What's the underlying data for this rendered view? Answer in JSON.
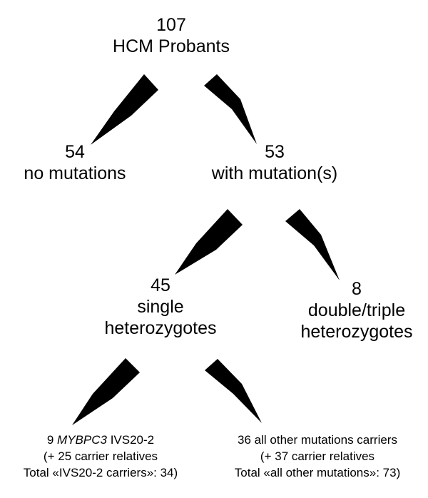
{
  "root": {
    "count": "107",
    "label": "HCM Probants"
  },
  "no_mutation": {
    "count": "54",
    "label": "no mutations"
  },
  "with_mutation": {
    "count": "53",
    "label": "with mutation(s)"
  },
  "single": {
    "count": "45",
    "label_line1": "single",
    "label_line2": "heterozygotes"
  },
  "double": {
    "count": "8",
    "label_line1": "double/triple",
    "label_line2": "heterozygotes"
  },
  "mybpc3": {
    "count": "9",
    "gene": "MYBPC3",
    "variant": "IVS20-2",
    "line2": "(+ 25 carrier relatives",
    "line3": "Total «IVS20-2 carriers»: 34)"
  },
  "others": {
    "line1": "36 all other mutations carriers",
    "line2": "(+ 37 carrier relatives",
    "line3": "Total «all other mutations»: 73)"
  },
  "colors": {
    "arrow": "#000000",
    "text": "#000000",
    "background": "#ffffff"
  }
}
